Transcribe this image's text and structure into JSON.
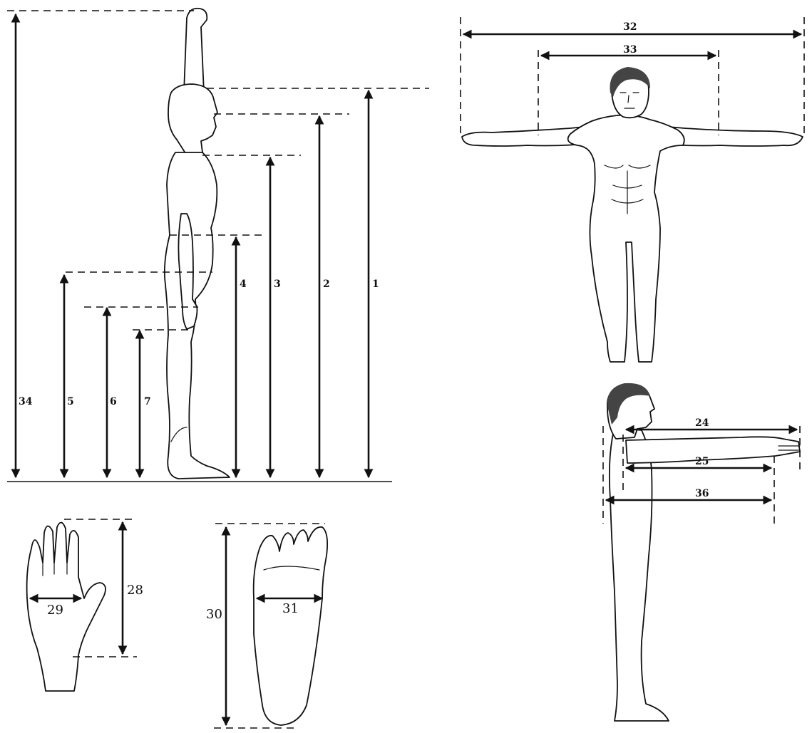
{
  "labels": {
    "m1": "1",
    "m2": "2",
    "m3": "3",
    "m4": "4",
    "m5": "5",
    "m6": "6",
    "m7": "7",
    "m24": "24",
    "m25": "25",
    "m28": "28",
    "m29": "29",
    "m30": "30",
    "m31": "31",
    "m32": "32",
    "m33": "33",
    "m34": "34",
    "m36": "36"
  }
}
